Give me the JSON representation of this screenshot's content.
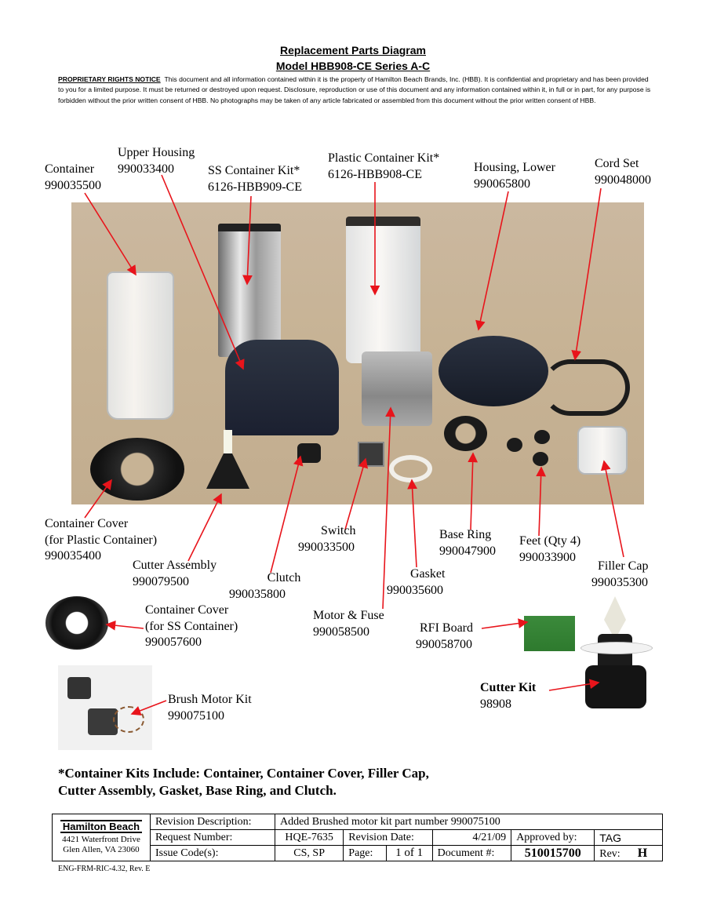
{
  "header": {
    "title": "Replacement Parts Diagram",
    "model": "Model HBB908-CE Series A-C"
  },
  "notice": {
    "heading": "PROPRIETARY RIGHTS NOTICE",
    "text": "This document and all information contained within it is the property of Hamilton Beach Brands, Inc. (HBB).  It is confidential and proprietary and has been provided to you for a limited purpose.  It must be returned or destroyed upon request.  Disclosure, reproduction or use of this document and any information contained within it, in full or in part, for any purpose is forbidden without the prior written consent of HBB.  No photographs may be taken of any article fabricated or assembled from this document without the prior written consent of HBB."
  },
  "parts": {
    "container": {
      "name": "Container",
      "number": "990035500"
    },
    "upper_housing": {
      "name": "Upper Housing",
      "number": "990033400"
    },
    "ss_container_kit": {
      "name": "SS Container Kit*",
      "number": "6126-HBB909-CE"
    },
    "plastic_container_kit": {
      "name": "Plastic Container Kit*",
      "number": "6126-HBB908-CE"
    },
    "housing_lower": {
      "name": "Housing, Lower",
      "number": "990065800"
    },
    "cord_set": {
      "name": "Cord Set",
      "number": "990048000"
    },
    "container_cover_plastic": {
      "name": "Container Cover",
      "name2": "(for Plastic Container)",
      "number": "990035400"
    },
    "cutter_assembly": {
      "name": "Cutter Assembly",
      "number": "990079500"
    },
    "clutch": {
      "name": "Clutch",
      "number": "990035800"
    },
    "switch": {
      "name": "Switch",
      "number": "990033500"
    },
    "gasket": {
      "name": "Gasket",
      "number": "990035600"
    },
    "base_ring": {
      "name": "Base Ring",
      "number": "990047900"
    },
    "feet": {
      "name": "Feet (Qty 4)",
      "number": "990033900"
    },
    "filler_cap": {
      "name": "Filler Cap",
      "number": "990035300"
    },
    "container_cover_ss": {
      "name": "Container Cover",
      "name2": "(for SS Container)",
      "number": "990057600"
    },
    "motor_fuse": {
      "name": "Motor & Fuse",
      "number": "990058500"
    },
    "rfi_board": {
      "name": "RFI Board",
      "number": "990058700"
    },
    "brush_motor_kit": {
      "name": "Brush Motor Kit",
      "number": "990075100"
    },
    "cutter_kit": {
      "name": "Cutter Kit",
      "number": "98908"
    }
  },
  "kits_note": {
    "line1": "*Container Kits Include: Container, Container Cover, Filler Cap,",
    "line2": "Cutter Assembly, Gasket, Base Ring, and Clutch."
  },
  "title_block": {
    "logo": "Hamilton Beach",
    "address1": "4421 Waterfront Drive",
    "address2": "Glen Allen, VA  23060",
    "revision_description_label": "Revision Description:",
    "revision_description": "Added Brushed motor kit part number 990075100",
    "request_number_label": "Request Number:",
    "request_number": "HQE-7635",
    "revision_date_label": "Revision Date:",
    "revision_date": "4/21/09",
    "approved_by_label": "Approved by:",
    "approved_by": "TAG",
    "issue_codes_label": "Issue Code(s):",
    "issue_codes": "CS, SP",
    "page_label": "Page:",
    "page": "1 of 1",
    "document_label": "Document #:",
    "document_number": "510015700",
    "rev_label": "Rev:",
    "rev": "H"
  },
  "footer": {
    "form": "ENG-FRM-RIC-4.32, Rev. E"
  },
  "colors": {
    "arrow": "#e8141b",
    "photo_bg": "#c7b395"
  }
}
